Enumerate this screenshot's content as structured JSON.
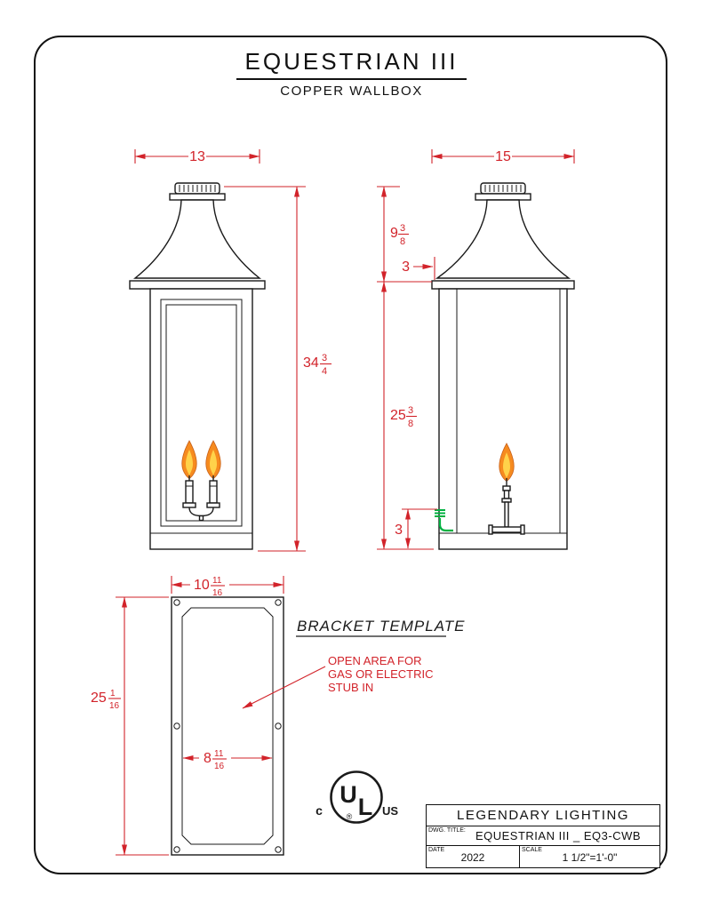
{
  "header": {
    "title": "EQUESTRIAN  III",
    "subtitle": "COPPER WALLBOX"
  },
  "front_view": {
    "width": "13",
    "height_whole": "34",
    "height_num": "3",
    "height_den": "4"
  },
  "side_view": {
    "width": "15",
    "hood_height_whole": "9",
    "hood_height_num": "3",
    "hood_height_den": "8",
    "top_offset": "3",
    "body_height_whole": "25",
    "body_height_num": "3",
    "body_height_den": "8",
    "stub_height": "3"
  },
  "bracket": {
    "label": "BRACKET  TEMPLATE",
    "width_whole": "10",
    "width_num": "11",
    "width_den": "16",
    "height_whole": "25",
    "height_num": "1",
    "height_den": "16",
    "open_whole": "8",
    "open_num": "11",
    "open_den": "16",
    "note_line1": "OPEN AREA FOR",
    "note_line2": "GAS OR ELECTRIC",
    "note_line3": "STUB IN"
  },
  "ul_mark": {
    "u": "U",
    "l": "L",
    "registered": "®",
    "c": "c",
    "us": "US"
  },
  "title_block": {
    "company": "LEGENDARY  LIGHTING",
    "dwg_label": "DWG.  TITLE:",
    "dwg_title": "EQUESTRIAN  III  _  EQ3-CWB",
    "date_label": "DATE",
    "date_value": "2022",
    "scale_label": "SCALE",
    "scale_value": "1 1/2\"=1'-0\""
  },
  "colors": {
    "dimension_red": "#d2232a",
    "line_black": "#1a1a1a",
    "gas_green": "#00b140",
    "flame_orange": "#f68b1f",
    "flame_yellow": "#ffd24a"
  }
}
